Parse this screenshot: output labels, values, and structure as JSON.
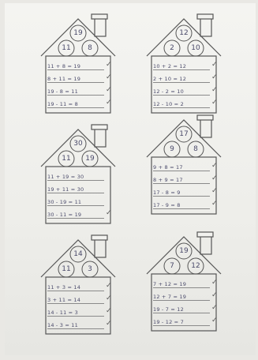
{
  "houses": [
    {
      "id": "top-left",
      "roof": "19",
      "left": "11",
      "right": "8",
      "rows": [
        "11 + 8 = 19",
        "8 + 11 = 19",
        "19 - 8 = 11",
        "19 - 11 = 8"
      ],
      "ticks": [
        "✓",
        "✓",
        "✓",
        "✓"
      ]
    },
    {
      "id": "top-right",
      "roof": "12",
      "left": "2",
      "right": "10",
      "rows": [
        "10 + 2 = 12",
        "2 + 10 = 12",
        "12 - 2 = 10",
        "12 - 10 = 2"
      ],
      "ticks": [
        "✓",
        "✓",
        "✓",
        "✓"
      ]
    },
    {
      "id": "middle-left",
      "roof": "30",
      "left": "11",
      "right": "19",
      "rows": [
        "11 + 19 = 30",
        "19 + 11 = 30",
        "30 - 19 = 11",
        "30 - 11 = 19"
      ],
      "ticks": [
        "",
        "",
        "",
        "✓"
      ]
    },
    {
      "id": "middle-right",
      "roof": "17",
      "left": "9",
      "right": "8",
      "rows": [
        "9 + 8 = 17",
        "8 + 9 = 17",
        "17 - 8 = 9",
        "17 - 9 = 8"
      ],
      "ticks": [
        "✓",
        "✓",
        "✓",
        "✓"
      ]
    },
    {
      "id": "bottom-left",
      "roof": "14",
      "left": "11",
      "right": "3",
      "rows": [
        "11 + 3 = 14",
        "3 + 11 = 14",
        "14 - 11 = 3",
        "14 - 3 = 11"
      ],
      "ticks": [
        "✓",
        "✓",
        "✓",
        "✓"
      ]
    },
    {
      "id": "bottom-right",
      "roof": "19",
      "left": "7",
      "right": "12",
      "rows": [
        "7 + 12 = 19",
        "12 + 7 = 19",
        "19 - 7 = 12",
        "19 - 12 = 7"
      ],
      "ticks": [
        "✓",
        "✓",
        "✓",
        "✓"
      ]
    }
  ]
}
